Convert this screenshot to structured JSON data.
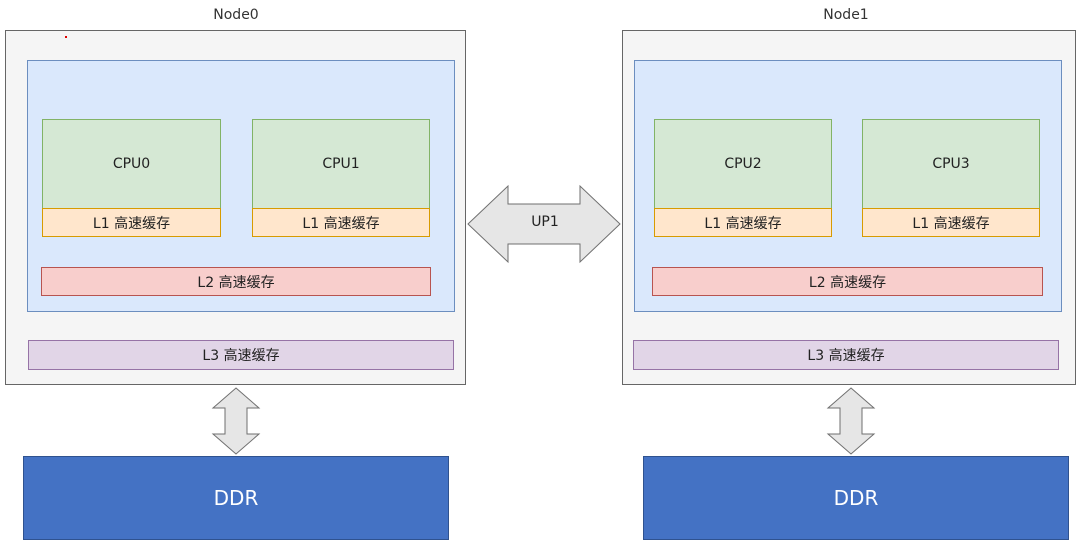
{
  "nodes": [
    {
      "title": "Node0",
      "cpus": [
        {
          "name": "CPU0",
          "l1": "L1 高速缓存"
        },
        {
          "name": "CPU1",
          "l1": "L1 高速缓存"
        }
      ],
      "l2": "L2 高速缓存",
      "l3": "L3 高速缓存",
      "memory": "DDR"
    },
    {
      "title": "Node1",
      "cpus": [
        {
          "name": "CPU2",
          "l1": "L1 高速缓存"
        },
        {
          "name": "CPU3",
          "l1": "L1 高速缓存"
        }
      ],
      "l2": "L2 高速缓存",
      "l3": "L3 高速缓存",
      "memory": "DDR"
    }
  ],
  "interconnect": {
    "label": "UP1"
  },
  "colors": {
    "node_fill": "#f5f5f5",
    "cluster_fill": "#dae8fc",
    "cpu_fill": "#d5e8d4",
    "l1_fill": "#ffe6cc",
    "l2_fill": "#f8cecc",
    "l3_fill": "#e1d5e7",
    "ddr_fill": "#4472c4",
    "arrow_fill": "#e6e6e6"
  }
}
